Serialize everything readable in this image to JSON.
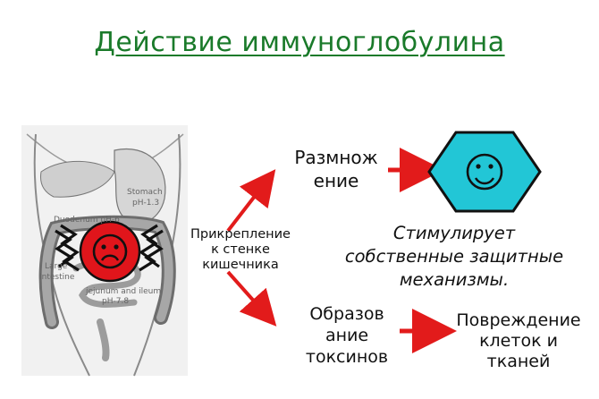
{
  "title": "Действие иммуноглобулина",
  "organ_labels": {
    "stomach": "Stomach",
    "stomach_ph": "pH-1.3",
    "duodenum": "Duodenum pH-6",
    "large_1": "Large",
    "large_2": "Intestine",
    "jejunum": "jejunum and ileum",
    "jejunum_ph": "pH-7.8"
  },
  "labels": {
    "attachment": "Прикрепление\nк стенке\nкишечника",
    "multiplication": "Размнож\nение",
    "toxins": "Образов\nание\nтоксинов",
    "damage": "Повреждение\nклеток и\nтканей",
    "stimulates": "Стимулирует\nсобственные защитные\nмеханизмы."
  },
  "colors": {
    "title": "#1a7a2a",
    "arrow": "#e21b1b",
    "hexagon": "#22c6d6",
    "pathogen": "#e0151b"
  },
  "icons": {
    "happy": "smiley-face-icon",
    "sad": "sad-face-icon"
  }
}
